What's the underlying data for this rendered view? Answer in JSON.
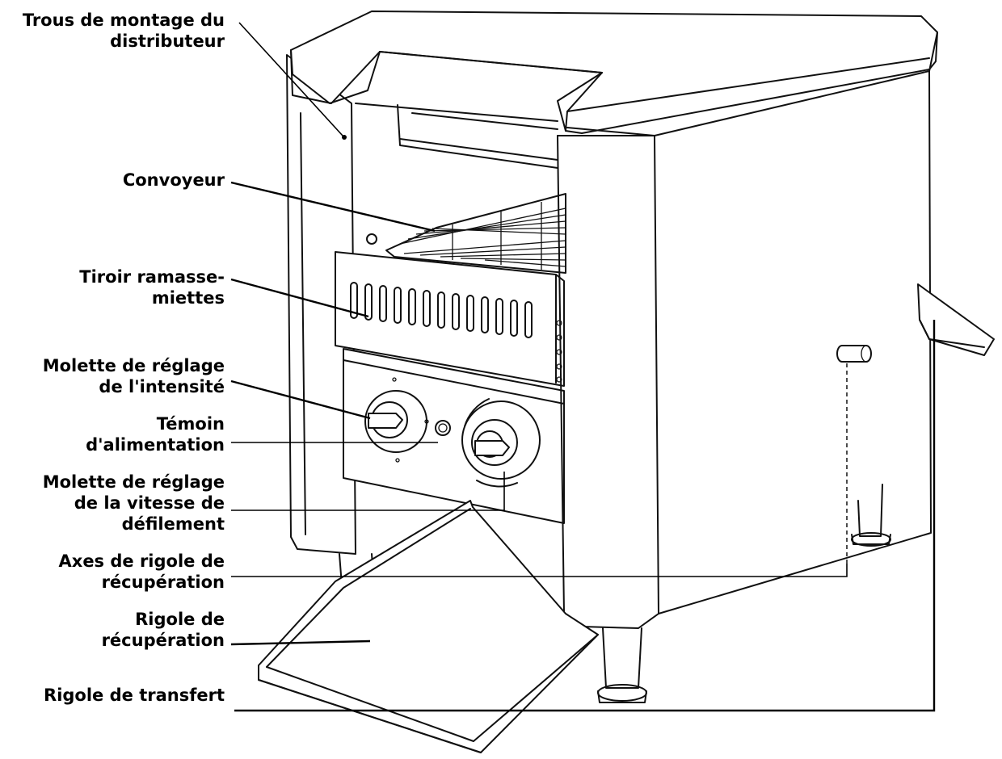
{
  "labels": {
    "trous": "Trous de montage du\ndistributeur",
    "convoyeur": "Convoyeur",
    "tiroir": "Tiroir ramasse-\nmiettes",
    "molette_intensite": "Molette de réglage\nde l'intensité",
    "temoin": "Témoin\nd'alimentation",
    "molette_vitesse": "Molette de réglage\nde la vitesse de\ndéfilement",
    "axes": "Axes de rigole de\nrécupération",
    "rigole_recuperation": "Rigole de\nrécupération",
    "rigole_transfert": "Rigole de transfert"
  },
  "colors": {
    "line": "#111111",
    "background": "#ffffff"
  }
}
